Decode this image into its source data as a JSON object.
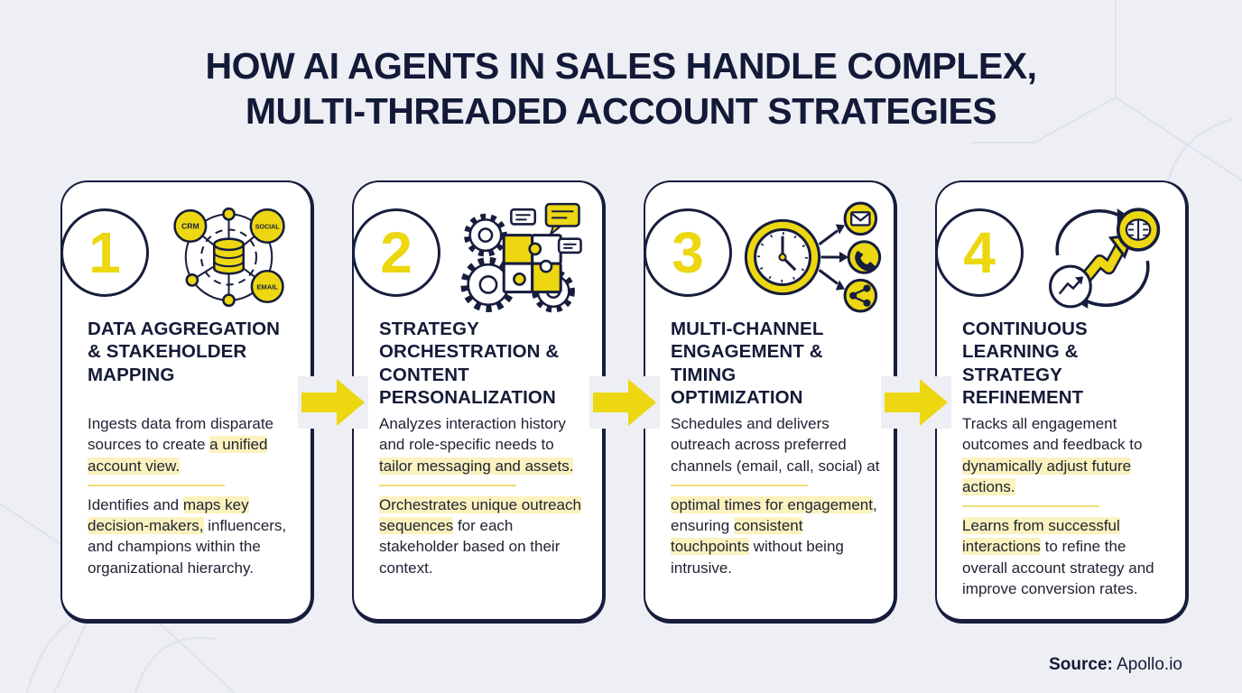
{
  "page": {
    "title_line1": "HOW AI AGENTS IN SALES HANDLE COMPLEX,",
    "title_line2": "MULTI-THREADED ACCOUNT STRATEGIES",
    "source_label": "Source:",
    "source_value": "Apollo.io"
  },
  "colors": {
    "background": "#edeff4",
    "card_background": "#ffffff",
    "navy": "#161d3d",
    "accent_yellow": "#ecd711",
    "highlight_yellow": "#fbf2bf",
    "divider_yellow": "#f0dc78"
  },
  "flow_arrows": {
    "icon": "right-arrow-icon",
    "count": 3
  },
  "cards": [
    {
      "number": "1",
      "icon": "data-network-icon",
      "icon_labels": {
        "node1": "CRM",
        "node2": "SOCIAL",
        "node3": "EMAIL"
      },
      "title": "DATA AGGREGATION & STAKEHOLDER MAPPING",
      "paragraphs": [
        [
          {
            "text": "Ingests data from disparate sources to create ",
            "hl": false
          },
          {
            "text": "a unified account view.",
            "hl": true
          }
        ],
        [
          {
            "text": "Identifies and ",
            "hl": false
          },
          {
            "text": "maps key decision-makers,",
            "hl": true
          },
          {
            "text": " influencers, and champions within the organizational hierarchy.",
            "hl": false
          }
        ]
      ]
    },
    {
      "number": "2",
      "icon": "puzzle-gears-icon",
      "title": "STRATEGY ORCHESTRATION & CONTENT PERSONALIZATION",
      "paragraphs": [
        [
          {
            "text": "Analyzes interaction history and role-specific needs to ",
            "hl": false
          },
          {
            "text": "tailor messaging and assets.",
            "hl": true
          }
        ],
        [
          {
            "text": "Orchestrates unique outreach sequences",
            "hl": true
          },
          {
            "text": " for each stakeholder based on their context.",
            "hl": false
          }
        ]
      ]
    },
    {
      "number": "3",
      "icon": "clock-channels-icon",
      "title": "MULTI-CHANNEL ENGAGEMENT & TIMING OPTIMIZATION",
      "paragraphs": [
        [
          {
            "text": "Schedules and delivers outreach across preferred channels (email, call, social) at",
            "hl": false
          }
        ],
        [
          {
            "text": "optimal times for engagement",
            "hl": true
          },
          {
            "text": ", ensuring ",
            "hl": false
          },
          {
            "text": "consistent touchpoints",
            "hl": true
          },
          {
            "text": " without being intrusive.",
            "hl": false
          }
        ]
      ]
    },
    {
      "number": "4",
      "icon": "learning-cycle-icon",
      "title": "CONTINUOUS LEARNING & STRATEGY REFINEMENT",
      "paragraphs": [
        [
          {
            "text": "Tracks all engagement outcomes and feedback to ",
            "hl": false
          },
          {
            "text": "dynamically adjust future actions.",
            "hl": true
          }
        ],
        [
          {
            "text": "Learns from successful interactions",
            "hl": true
          },
          {
            "text": " to refine the overall account strategy and improve conversion rates.",
            "hl": false
          }
        ]
      ]
    }
  ]
}
